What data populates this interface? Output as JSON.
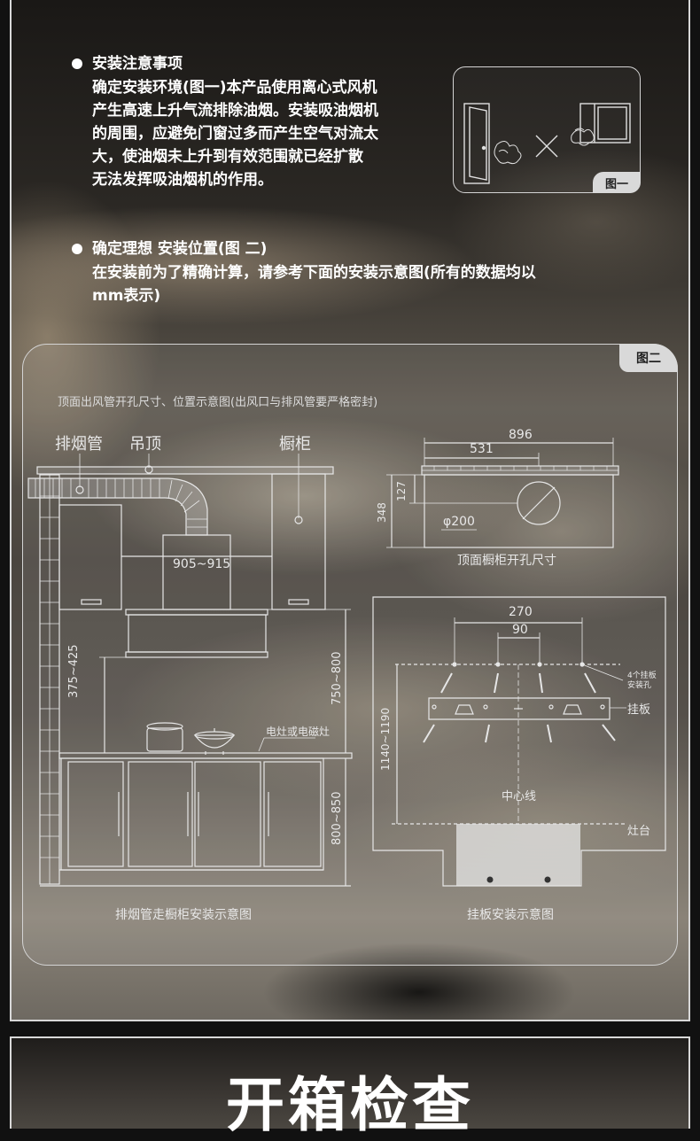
{
  "section1": {
    "heading": "安装注意事项",
    "body": "确定安装环境(图一)本产品使用离心式风机\n产生高速上升气流排除油烟。安装吸油烟机\n的周围，应避免门窗过多而产生空气对流太\n大，使油烟未上升到有效范围就已经扩散\n无法发挥吸油烟机的作用。"
  },
  "figure1": {
    "tag": "图一"
  },
  "section2": {
    "heading": "确定理想 安装位置(图 二)",
    "body": "在安装前为了精确计算，请参考下面的安装示意图(所有的数据均以\nmm表示)"
  },
  "figure2": {
    "tag": "图二",
    "caption_top": "顶面出风管开孔尺寸、位置示意图(出风口与排风管要严格密封)",
    "labels": {
      "exhaust_pipe": "排烟管",
      "ceiling": "吊顶",
      "cabinet": "橱柜",
      "width_range": "905~915",
      "hood_height": "375~425",
      "hood_to_counter": "750~800",
      "stove": "电灶或电磁灶",
      "counter_height": "800~850",
      "left_caption": "排烟管走橱柜安装示意图",
      "top_w_total": "896",
      "top_w_center": "531",
      "top_h_hole": "127",
      "top_h_total": "348",
      "hole_dia": "φ200",
      "top_caption": "顶面橱柜开孔尺寸",
      "plate_w_outer": "270",
      "plate_w_inner": "90",
      "holes_note_1": "4个挂板",
      "holes_note_2": "安装孔",
      "plate": "挂板",
      "plate_height": "1140~1190",
      "center_line": "中心线",
      "stove_top": "灶台",
      "right_caption": "挂板安装示意图"
    }
  },
  "section3": {
    "title": "开箱检查"
  },
  "colors": {
    "line": "#e6e6e6",
    "tag_bg": "#d9d9d9",
    "bg_dark": "#1a1816"
  }
}
